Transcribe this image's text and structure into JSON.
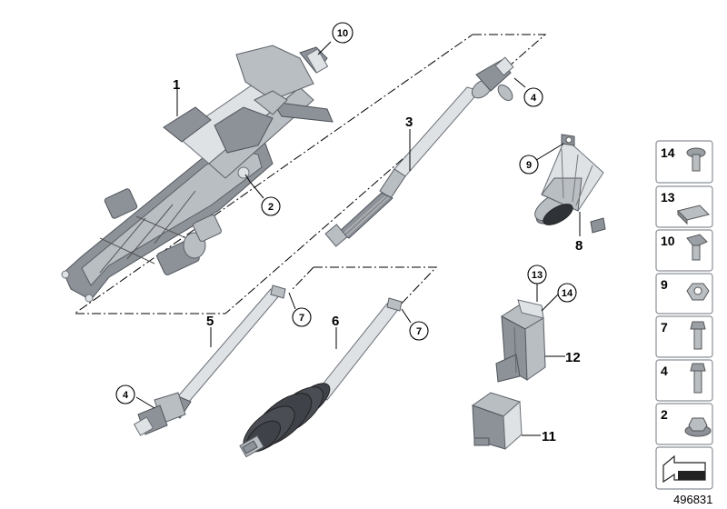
{
  "callouts": {
    "c1": "1",
    "c2": "2",
    "c3": "3",
    "c4a": "4",
    "c4b": "4",
    "c5": "5",
    "c6": "6",
    "c7a": "7",
    "c7b": "7",
    "c8": "8",
    "c9": "9",
    "c10": "10",
    "c11": "11",
    "c12": "12",
    "c13": "13",
    "c14": "14"
  },
  "fasteners": [
    {
      "label": "14",
      "icon": "trim-clip-icon"
    },
    {
      "label": "13",
      "icon": "spring-nut-icon"
    },
    {
      "label": "10",
      "icon": "hex-bolt-icon"
    },
    {
      "label": "9",
      "icon": "hex-nut-icon"
    },
    {
      "label": "7",
      "icon": "hex-screw-icon"
    },
    {
      "label": "4",
      "icon": "bolt-icon"
    },
    {
      "label": "2",
      "icon": "flange-nut-icon"
    }
  ],
  "figure_id": "496831",
  "colors": {
    "metal": "#b9bec3",
    "metal_dark": "#8d9299",
    "boot": "#3f4248"
  }
}
